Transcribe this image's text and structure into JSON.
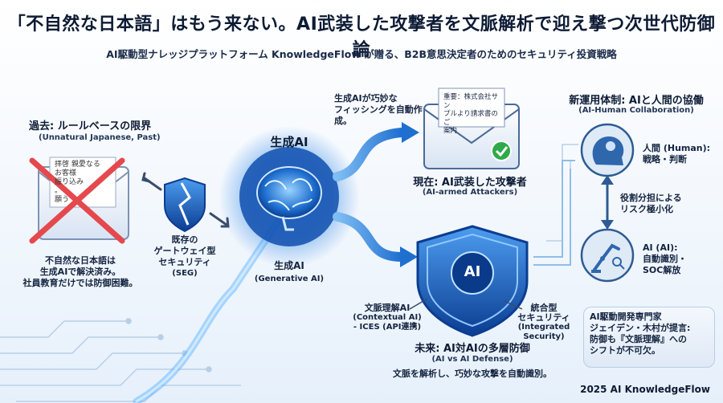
{
  "header": {
    "title": "「不自然な日本語」はもう来ない。AI武装した攻撃者を文脈解析で迎え撃つ次世代防御論",
    "subtitle": "AI駆動型ナレッジプラットフォーム KnowledgeFlow が贈る、B2B意思決定者のためのセキュリティ投資戦略"
  },
  "past": {
    "title": "過去: ルールベースの限界",
    "subtitle": "(Unnatural Japanese, Past)",
    "mail_lines": [
      "拝啓  親愛なる",
      "お客様",
      "振り込み",
      "。",
      "願う"
    ],
    "caption": [
      "不自然な日本語は",
      "生成AIで解決済み。",
      "社員教育だけでは防御困難。"
    ]
  },
  "seg": {
    "label": [
      "既存の",
      "ゲートウェイ型",
      "セキュリティ",
      "(SEG)"
    ]
  },
  "genai": {
    "top_label": "生成AI",
    "bottom_label": "生成AI",
    "bottom_sub": "(Generative AI)"
  },
  "attacker": {
    "note": [
      "生成AIが巧妙な",
      "フィッシングを自動作成。"
    ],
    "mail_lines": [
      "重要：株式会社サン",
      "プルより請求書のご",
      "案内"
    ],
    "title": "現在: AI武装した攻撃者",
    "subtitle": "(AI-armed Attackers)"
  },
  "defense": {
    "shield_label": "AI",
    "left_label": [
      "文脈理解AI",
      "(Contextual AI)",
      "- ICES (API連携)"
    ],
    "right_label": [
      "統合型",
      "セキュリティ",
      "(Integrated Security)"
    ],
    "title": "未来: AI対AIの多層防御",
    "subtitle": "(AI vs AI Defense)",
    "caption": "文脈を解析し、巧妙な攻撃を自動識別。"
  },
  "collab": {
    "title": "新運用体制: AIと人間の協働",
    "subtitle": "(AI-Human Collaboration)",
    "human_label": [
      "人間 (Human):",
      "戦略・判断"
    ],
    "division_label": [
      "役割分担による",
      "リスク極小化"
    ],
    "ai_label": [
      "AI (AI):",
      "自動識別・",
      "SOC解放"
    ]
  },
  "expert": {
    "lines": [
      "AI駆動開発専門家",
      "ジェイデン・木村が提言:",
      "防御も『文脈理解』への",
      "シフトが不可欠。"
    ]
  },
  "footer": {
    "credit": "2025 AI KnowledgeFlow"
  },
  "colors": {
    "accent": "#1f7ae0",
    "deep": "#0b3d91",
    "cross": "#e5484d",
    "check": "#2faa4a"
  }
}
